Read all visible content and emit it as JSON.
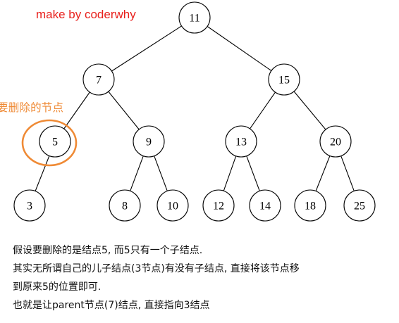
{
  "watermark": {
    "text": "make by coderwhy",
    "color": "#e8201c"
  },
  "callout": {
    "label": "要删除的节点",
    "color": "#ef8a35"
  },
  "tree": {
    "edges": [
      [
        "11",
        "7"
      ],
      [
        "11",
        "15"
      ],
      [
        "7",
        "5"
      ],
      [
        "7",
        "9"
      ],
      [
        "15",
        "13"
      ],
      [
        "15",
        "20"
      ],
      [
        "5",
        "3"
      ],
      [
        "9",
        "8"
      ],
      [
        "9",
        "10"
      ],
      [
        "13",
        "12"
      ],
      [
        "13",
        "14"
      ],
      [
        "20",
        "18"
      ],
      [
        "20",
        "25"
      ]
    ],
    "highlighted": "5"
  },
  "description": [
    "假设要删除的是结点5, 而5只有一个子结点.",
    "其实无所谓自己的儿子结点(3节点)有没有子结点, 直接将该节点移",
    "到原来5的位置即可.",
    "也就是让parent节点(7)结点, 直接指向3结点"
  ]
}
